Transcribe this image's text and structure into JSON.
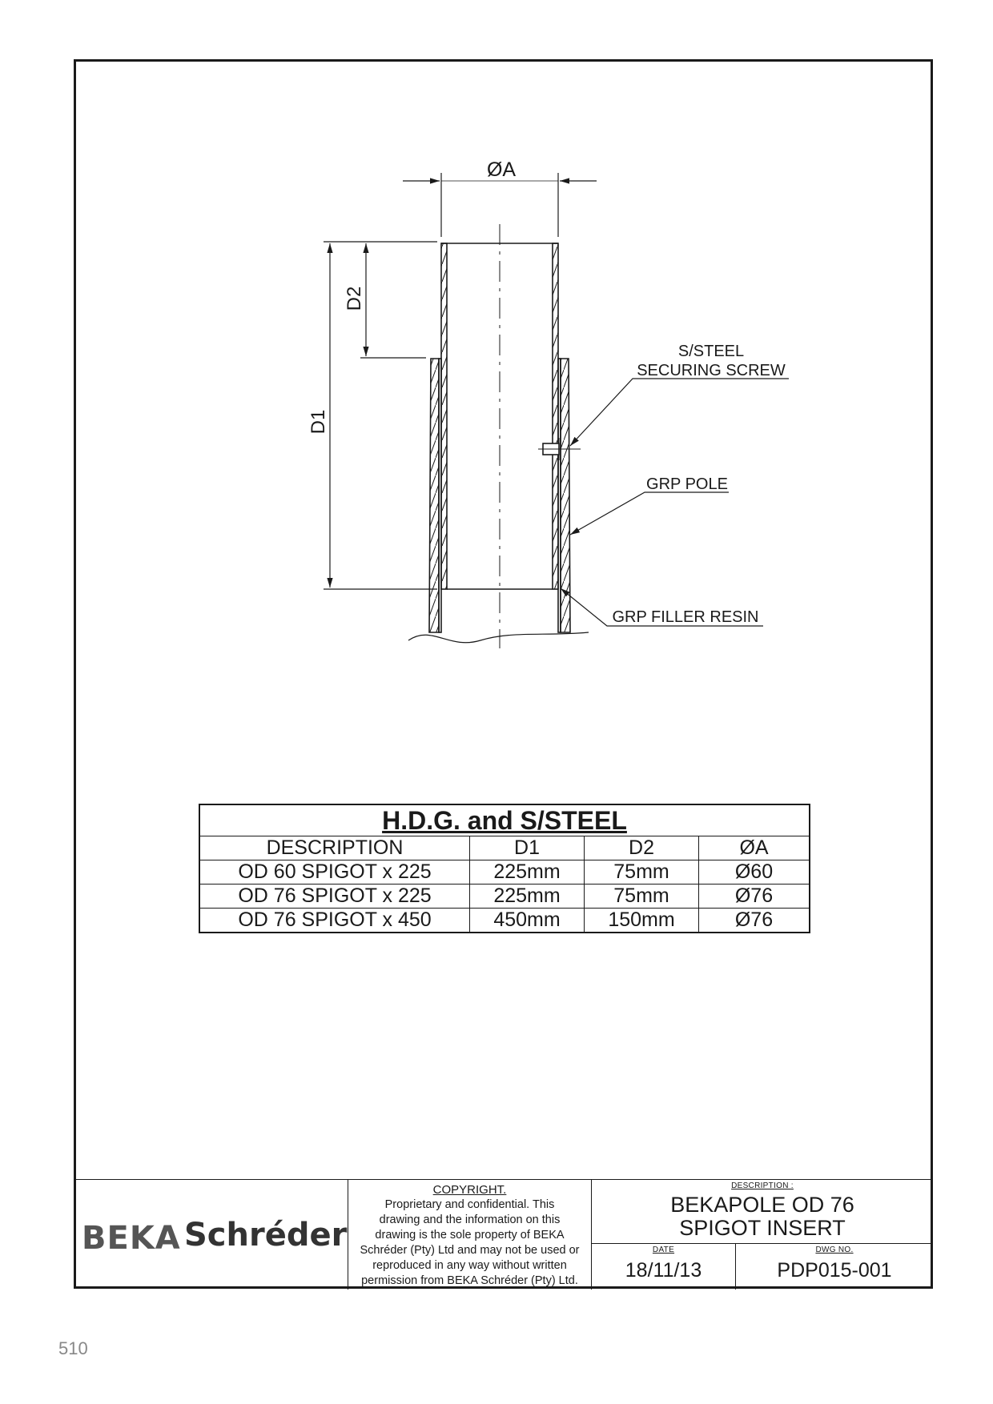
{
  "drawing": {
    "labels": {
      "dia_a": "ØA",
      "d1": "D1",
      "d2": "D2",
      "screw_line1": "S/STEEL",
      "screw_line2": "SECURING SCREW",
      "grp_pole": "GRP POLE",
      "filler": "GRP FILLER RESIN"
    }
  },
  "table": {
    "title": "H.D.G. and S/STEEL",
    "headers": [
      "DESCRIPTION",
      "D1",
      "D2",
      "ØA"
    ],
    "rows": [
      [
        "OD 60 SPIGOT x 225",
        "225mm",
        "75mm",
        "Ø60"
      ],
      [
        "OD 76 SPIGOT x 225",
        "225mm",
        "75mm",
        "Ø76"
      ],
      [
        "OD 76 SPIGOT x 450",
        "450mm",
        "150mm",
        "Ø76"
      ]
    ]
  },
  "title_block": {
    "logo_beka": "BEKA",
    "logo_schreder": "Schréder",
    "copyright_heading": "COPYRIGHT.",
    "copyright_lines": [
      "Proprietary and confidential. This",
      "drawing and the information on this",
      "drawing is the sole property of BEKA",
      "Schréder (Pty) Ltd and may not be used or",
      "reproduced in any way without written",
      "permission from BEKA Schréder (Pty) Ltd."
    ],
    "description_label": "DESCRIPTION :",
    "description_line1": "BEKAPOLE OD 76",
    "description_line2": "SPIGOT INSERT",
    "date_label": "DATE",
    "date": "18/11/13",
    "dwg_label": "DWG NO.",
    "dwg_no": "PDP015-001"
  },
  "page_number": "510"
}
